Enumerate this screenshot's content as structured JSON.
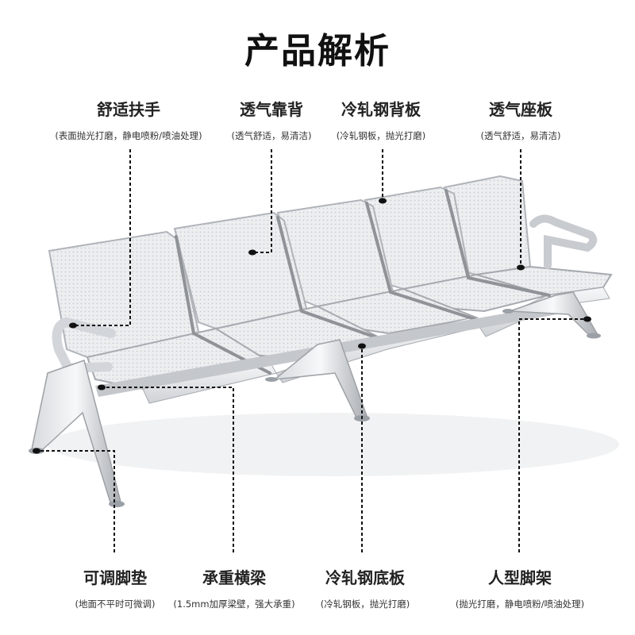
{
  "title": "产品解析",
  "callouts_top": [
    {
      "name": "舒适扶手",
      "desc": "(表面抛光打磨，静电喷粉/喷油处理)"
    },
    {
      "name": "透气靠背",
      "desc": "(透气舒适，易清洁)"
    },
    {
      "name": "冷轧钢背板",
      "desc": "(冷轧钢板，抛光打磨)"
    },
    {
      "name": "透气座板",
      "desc": "(透气舒适，易清洁)"
    }
  ],
  "callouts_bottom": [
    {
      "name": "可调脚垫",
      "desc": "(地面不平时可微调)"
    },
    {
      "name": "承重横梁",
      "desc": "(1.5mm加厚梁壁，强大承重)"
    },
    {
      "name": "冷轧钢底板",
      "desc": "(冷轧钢板，抛光打磨)"
    },
    {
      "name": "人型脚架",
      "desc": "(抛光打磨，静电喷粉/喷油处理)"
    }
  ],
  "colors": {
    "metal": "#e6e7e9",
    "metal_dark": "#9ea1a5",
    "line": "#111111"
  }
}
